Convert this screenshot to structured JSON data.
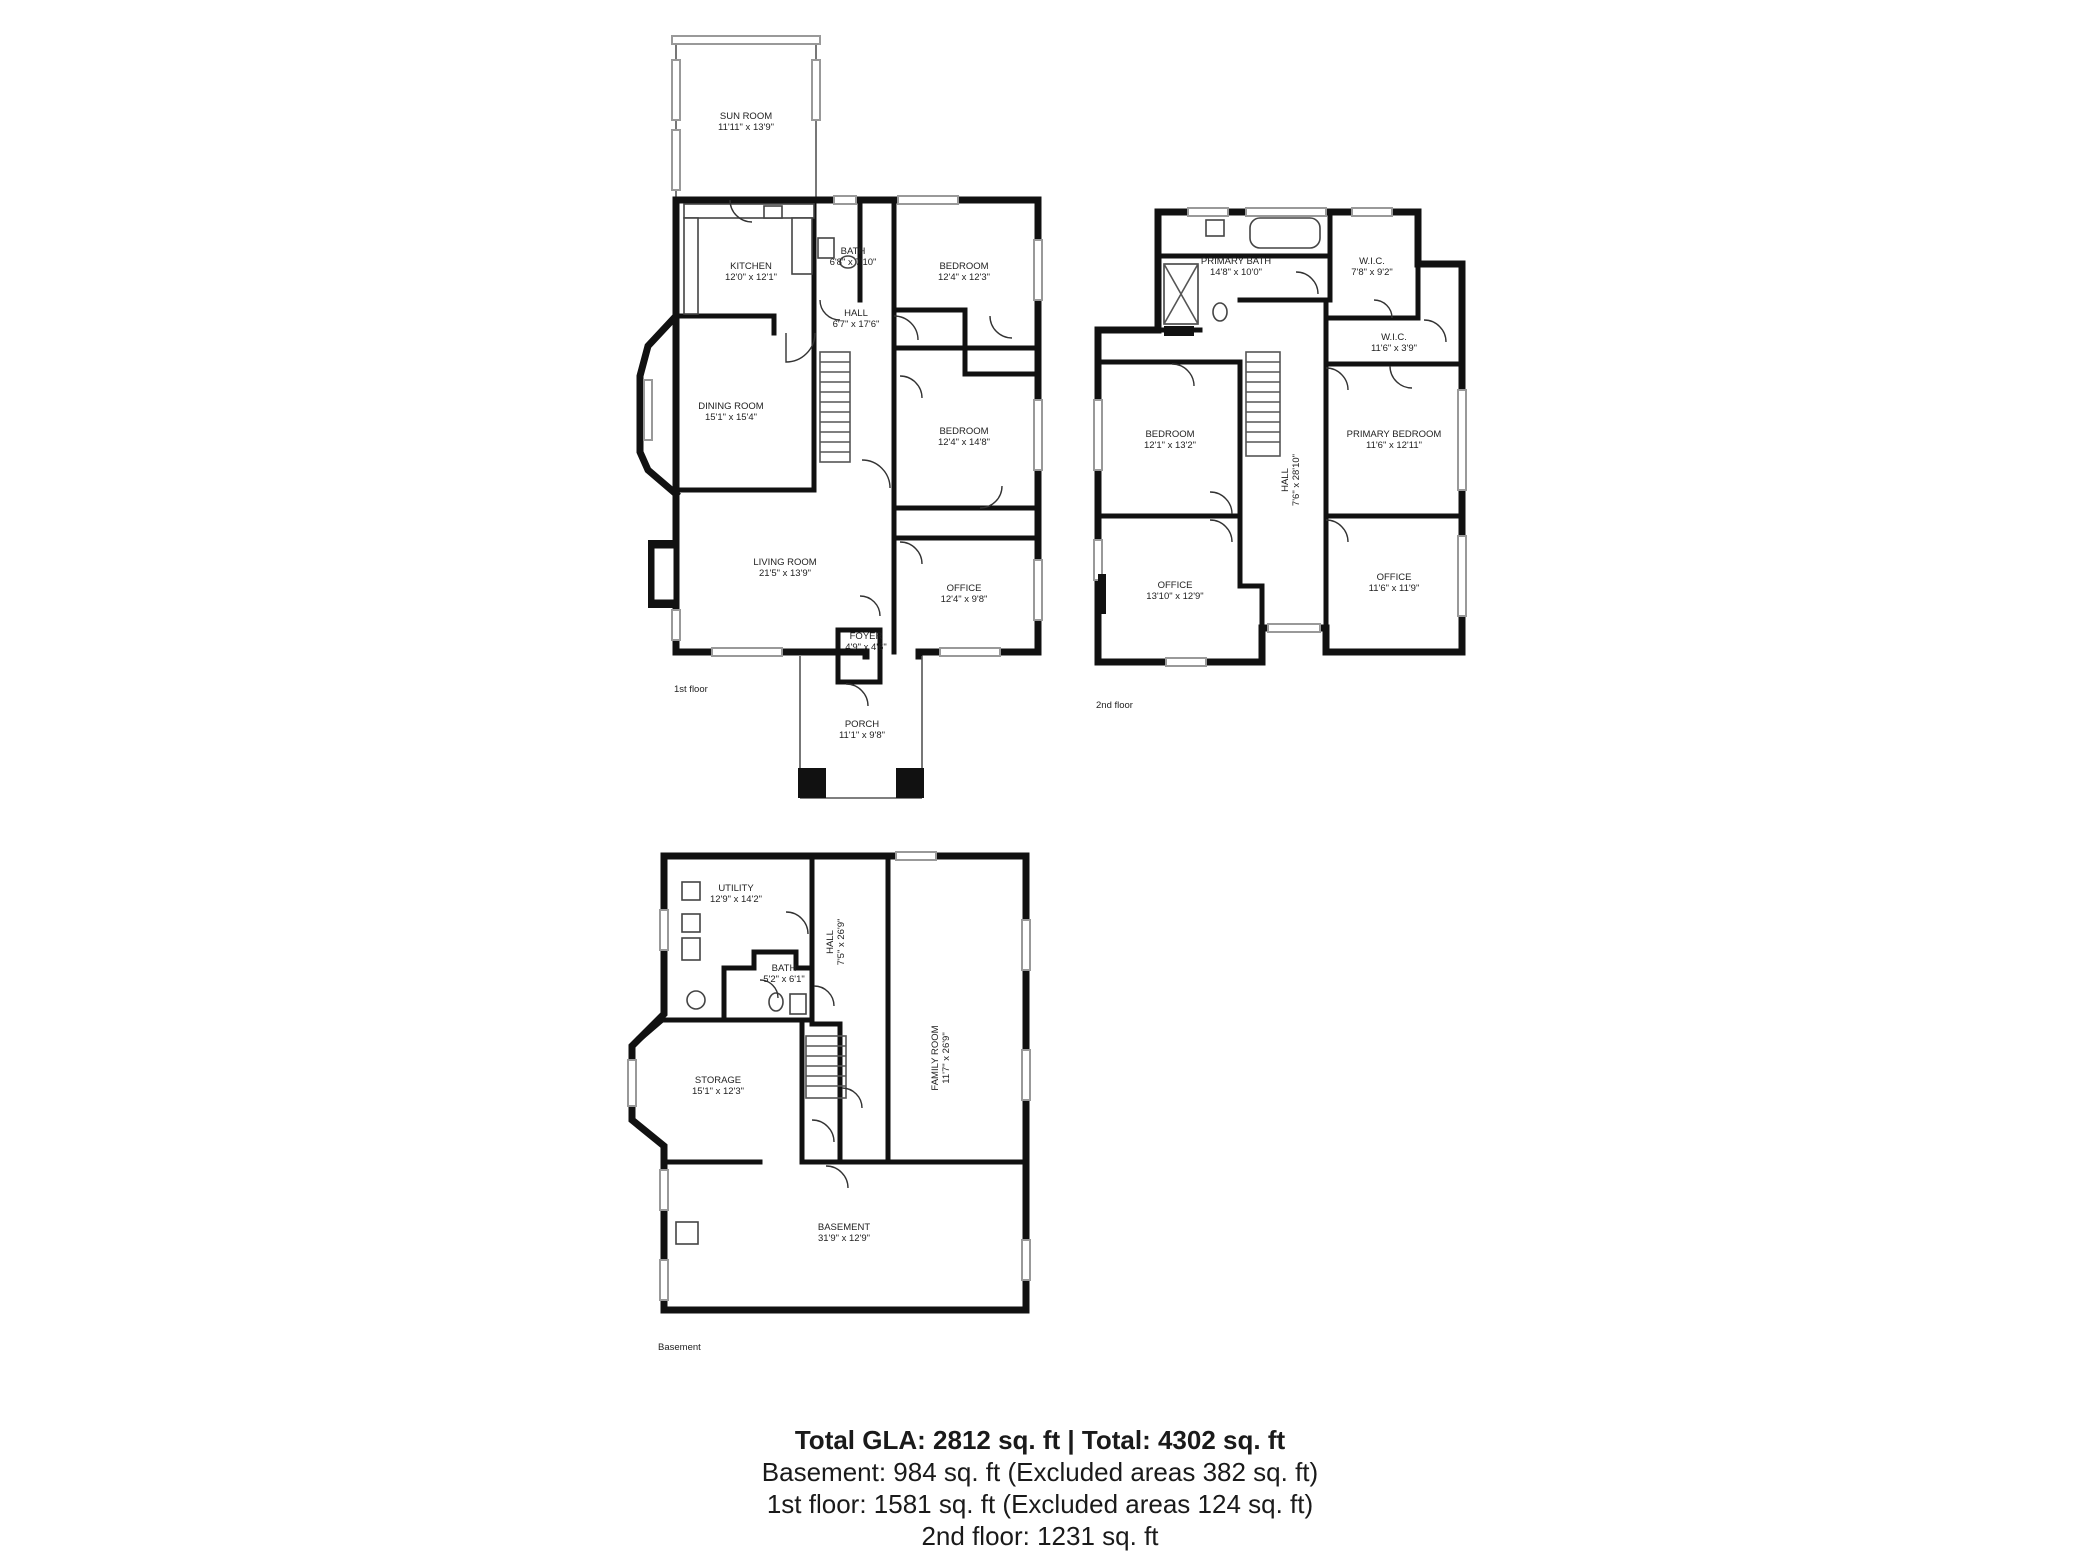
{
  "floors": [
    {
      "label": "1st floor",
      "rooms": [
        {
          "name": "SUN ROOM",
          "dims": "11'11\" x 13'9\""
        },
        {
          "name": "KITCHEN",
          "dims": "12'0\" x 12'1\""
        },
        {
          "name": "BATH",
          "dims": "6'8\" x 7'10\""
        },
        {
          "name": "BEDROOM",
          "dims": "12'4\" x 12'3\""
        },
        {
          "name": "HALL",
          "dims": "6'7\" x 17'6\""
        },
        {
          "name": "DINING ROOM",
          "dims": "15'1\" x 15'4\""
        },
        {
          "name": "BEDROOM",
          "dims": "12'4\" x 14'8\""
        },
        {
          "name": "LIVING ROOM",
          "dims": "21'5\" x 13'9\""
        },
        {
          "name": "OFFICE",
          "dims": "12'4\" x 9'8\""
        },
        {
          "name": "FOYER",
          "dims": "4'9\" x 4'6\""
        },
        {
          "name": "PORCH",
          "dims": "11'1\" x 9'8\""
        }
      ]
    },
    {
      "label": "2nd floor",
      "rooms": [
        {
          "name": "PRIMARY BATH",
          "dims": "14'8\" x 10'0\""
        },
        {
          "name": "W.I.C.",
          "dims": "7'8\" x 9'2\""
        },
        {
          "name": "W.I.C.",
          "dims": "11'6\" x 3'9\""
        },
        {
          "name": "BEDROOM",
          "dims": "12'1\" x 13'2\""
        },
        {
          "name": "HALL",
          "dims": "7'6\" x 28'10\""
        },
        {
          "name": "PRIMARY BEDROOM",
          "dims": "11'6\" x 12'11\""
        },
        {
          "name": "OFFICE",
          "dims": "13'10\" x 12'9\""
        },
        {
          "name": "OFFICE",
          "dims": "11'6\" x 11'9\""
        }
      ]
    },
    {
      "label": "Basement",
      "rooms": [
        {
          "name": "UTILITY",
          "dims": "12'9\" x 14'2\""
        },
        {
          "name": "HALL",
          "dims": "7'5\" x 26'9\""
        },
        {
          "name": "BATH",
          "dims": "5'2\" x 6'1\""
        },
        {
          "name": "FAMILY ROOM",
          "dims": "11'7\" x 26'9\""
        },
        {
          "name": "STORAGE",
          "dims": "15'1\" x 12'3\""
        },
        {
          "name": "BASEMENT",
          "dims": "31'9\" x 12'9\""
        }
      ]
    }
  ],
  "summary": {
    "total_line": "Total GLA: 2812 sq. ft | Total: 4302 sq. ft",
    "basement_line": "Basement: 984 sq. ft (Excluded areas 382 sq. ft)",
    "first_floor_line": "1st floor: 1581 sq. ft (Excluded areas 124 sq. ft)",
    "second_floor_line": "2nd floor: 1231 sq. ft"
  }
}
